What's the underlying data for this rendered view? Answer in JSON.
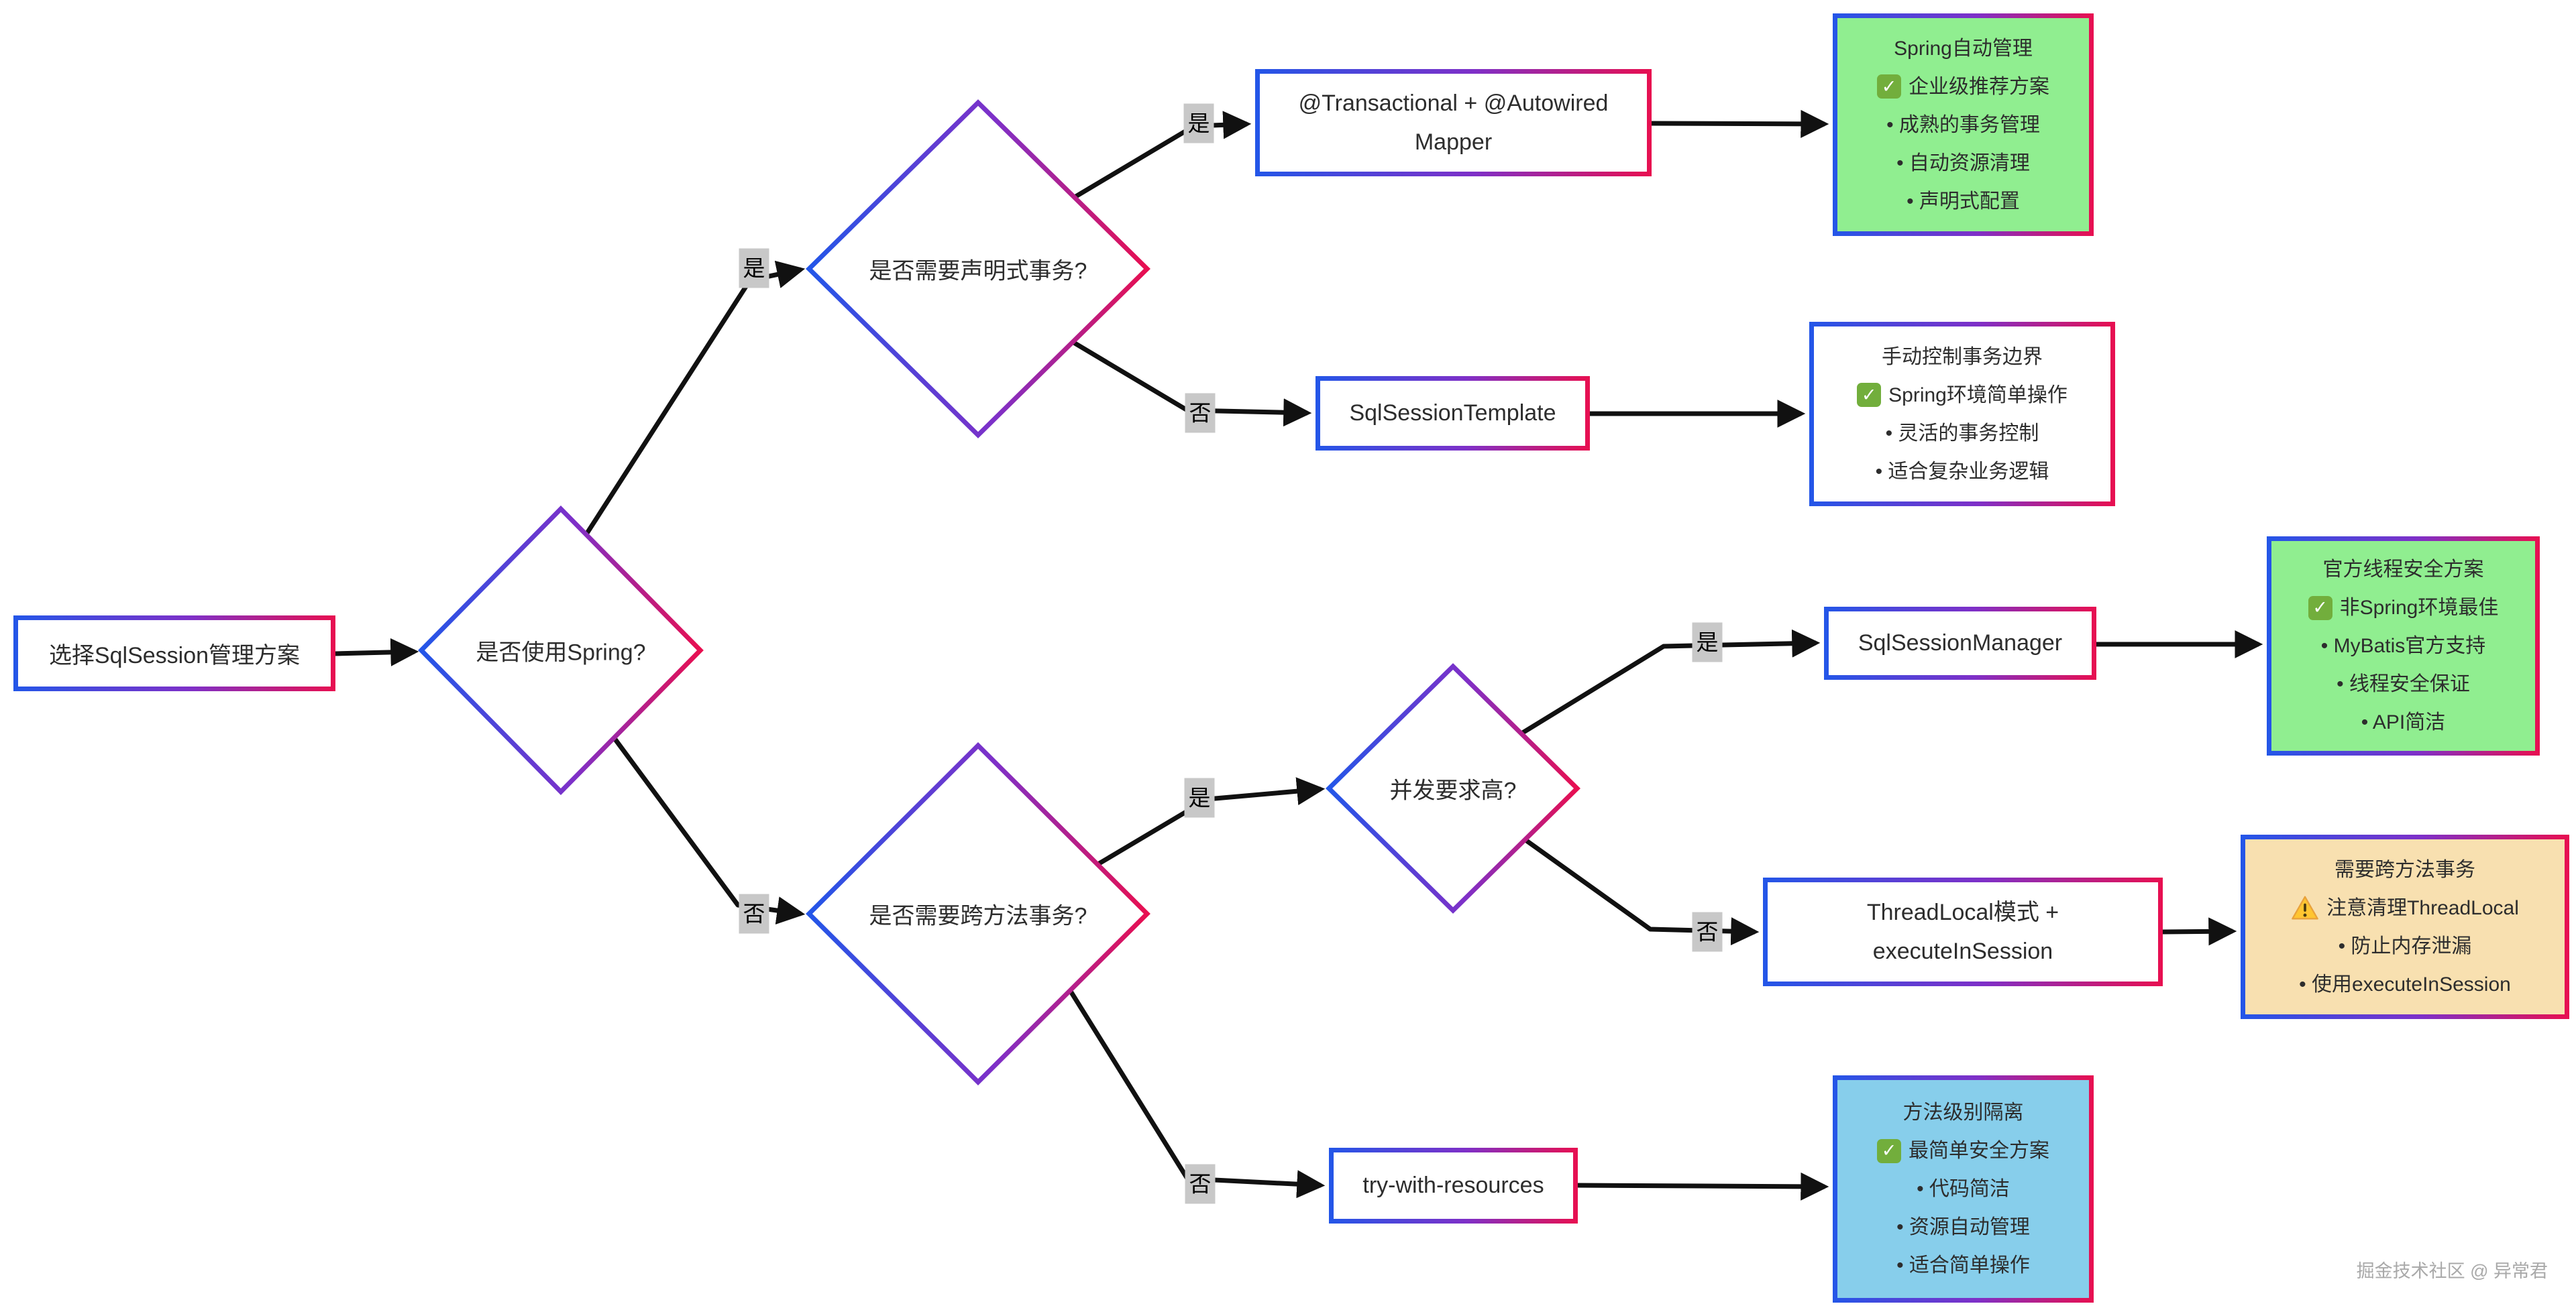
{
  "watermark": "掘金技术社区 @ 异常君",
  "colors": {
    "gradient_start": "#2356E8",
    "gradient_mid": "#7E30C8",
    "gradient_end": "#E80F50",
    "green": "#90EE90",
    "blue": "#87CEEB",
    "orange": "#F8E0B0",
    "white_node": "#FFFFFF",
    "label_bg": "#C8C8C8",
    "arrow": "#111111",
    "check_green": "#72AE3C",
    "warn_yellow": "#FFC531"
  },
  "nodes": {
    "start": {
      "label": "选择SqlSession管理方案"
    },
    "transactional_mapper": {
      "line1": "@Transactional + @Autowired",
      "line2": "Mapper"
    },
    "sql_session_template": {
      "label": "SqlSessionTemplate"
    },
    "sql_session_manager": {
      "label": "SqlSessionManager"
    },
    "thread_local": {
      "line1": "ThreadLocal模式 +",
      "line2": "executeInSession"
    },
    "try_with_resources": {
      "label": "try-with-resources"
    }
  },
  "decisions": {
    "use_spring": {
      "label": "是否使用Spring?"
    },
    "declarative_tx": {
      "label": "是否需要声明式事务?"
    },
    "cross_method_tx": {
      "label": "是否需要跨方法事务?"
    },
    "high_concurrency": {
      "label": "并发要求高?"
    }
  },
  "edge_labels": {
    "spring_yes": "是",
    "spring_no": "否",
    "declarative_yes": "是",
    "declarative_no": "否",
    "cross_yes": "是",
    "cross_no": "否",
    "concurrency_yes": "是",
    "concurrency_no": "否"
  },
  "results": {
    "spring_auto": {
      "title": "Spring自动管理",
      "check": "企业级推荐方案",
      "bullets": [
        "• 成熟的事务管理",
        "• 自动资源清理",
        "• 声明式配置"
      ]
    },
    "manual_tx": {
      "title": "手动控制事务边界",
      "check": "Spring环境简单操作",
      "bullets": [
        "• 灵活的事务控制",
        "• 适合复杂业务逻辑"
      ]
    },
    "official_thread_safe": {
      "title": "官方线程安全方案",
      "check": "非Spring环境最佳",
      "bullets": [
        "• MyBatis官方支持",
        "• 线程安全保证",
        "• API简洁"
      ]
    },
    "cross_method_warn": {
      "title": "需要跨方法事务",
      "warning": "注意清理ThreadLocal",
      "bullets": [
        "• 防止内存泄漏",
        "• 使用executeInSession"
      ]
    },
    "method_isolation": {
      "title": "方法级别隔离",
      "check": "最简单安全方案",
      "bullets": [
        "• 代码简洁",
        "• 资源自动管理",
        "• 适合简单操作"
      ]
    }
  },
  "icons": {
    "check": "✅",
    "warning": "⚠️"
  }
}
